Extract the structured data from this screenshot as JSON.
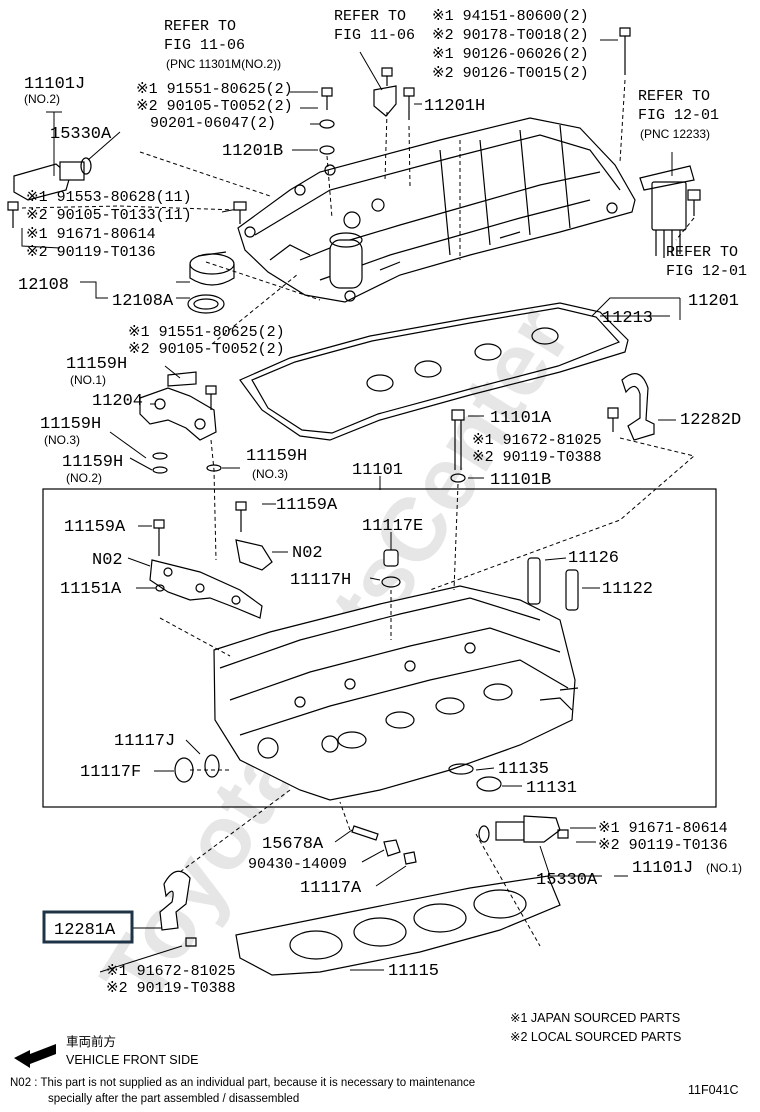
{
  "figure_id": "11F041C",
  "watermark": "ToyotaPartsCenter",
  "references": {
    "top_left": {
      "line1": "REFER TO",
      "line2": "FIG 11-06",
      "pnc": "(PNC 11301M(NO.2))"
    },
    "top_mid": {
      "line1": "REFER TO",
      "line2": "FIG 11-06"
    },
    "right_top": {
      "line1": "REFER TO",
      "line2": "FIG 12-01",
      "pnc": "(PNC 12233)"
    },
    "right_bottom": {
      "line1": "REFER TO",
      "line2": "FIG 12-01"
    }
  },
  "parts": {
    "p11101J_no2": "11101J",
    "no2_a": "(NO.2)",
    "p15330A_top": "15330A",
    "p91551_1": "※1 91551-80625(2)",
    "p90105_2": "※2 90105-T0052(2)",
    "p90201": "90201-06047(2)",
    "p11201B": "11201B",
    "p91553": "※1 91553-80628(11)",
    "p90105_133": "※2 90105-T0133(11)",
    "p91671_top": "※1 91671-80614",
    "p90119_top": "※2 90119-T0136",
    "p12108": "12108",
    "p12108A": "12108A",
    "p94151": "※1 94151-80600(2)",
    "p90178": "※2 90178-T0018(2)",
    "p90126a": "※1 90126-06026(2)",
    "p90126b": "※2 90126-T0015(2)",
    "p11201H": "11201H",
    "p11201": "11201",
    "p11213": "11213",
    "p91551_mid": "※1 91551-80625(2)",
    "p90105_mid": "※2 90105-T0052(2)",
    "p11159H_no1": "11159H",
    "no1_a": "(NO.1)",
    "p11204": "11204",
    "p11159H_no3a": "11159H",
    "no3_a": "(NO.3)",
    "p11159H_no2": "11159H",
    "no2_b": "(NO.2)",
    "p11159H_no3b": "11159H",
    "no3_b": "(NO.3)",
    "p11101A": "11101A",
    "p91672_mid": "※1 91672-81025",
    "p90119_mid": "※2 90119-T0388",
    "p11101B": "11101B",
    "p12282D": "12282D",
    "p11101": "11101",
    "p11159A_l": "11159A",
    "p11159A_r": "11159A",
    "p11117E": "11117E",
    "p11117H": "11117H",
    "pN02_l": "N02",
    "pN02_r": "N02",
    "p11151A": "11151A",
    "p11126": "11126",
    "p11122": "11122",
    "p11117J": "11117J",
    "p11117F": "11117F",
    "p11135": "11135",
    "p11131": "11131",
    "p15678A": "15678A",
    "p90430": "90430-14009",
    "p11117A": "11117A",
    "p91671_bot": "※1 91671-80614",
    "p90119_bot": "※2 90119-T0136",
    "p15330A_bot": "15330A",
    "p11101J_no1": "11101J",
    "no1_b": "(NO.1)",
    "p12281A": "12281A",
    "p91672_bot": "※1 91672-81025",
    "p90119_bot2": "※2 90119-T0388",
    "p11115": "11115"
  },
  "legend": {
    "japan": "※1 JAPAN SOURCED PARTS",
    "local": "※2 LOCAL SOURCED PARTS"
  },
  "direction": {
    "jp": "車両前方",
    "en": "VEHICLE FRONT SIDE"
  },
  "footnote": {
    "line1": "N02 : This part is not supplied as an individual part, because it is necessary to maintenance",
    "line2": "specially after the part assembled / disassembled"
  },
  "colors": {
    "line": "#000000",
    "background": "#ffffff",
    "watermark": "#e6e6e6",
    "highlight_box": "#1f3346"
  }
}
